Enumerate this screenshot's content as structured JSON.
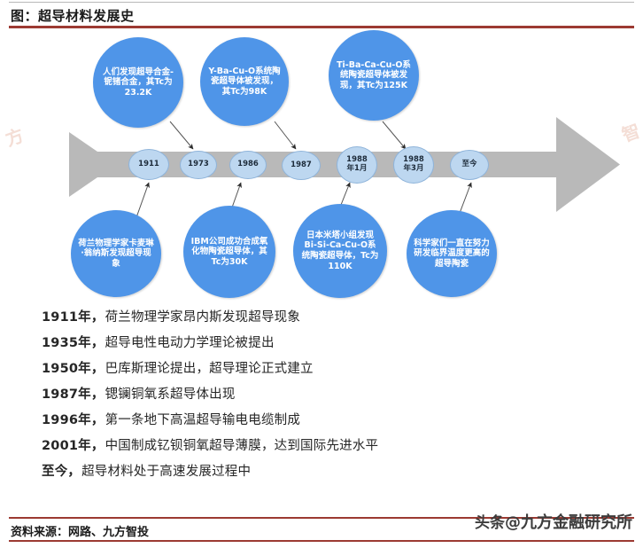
{
  "title": "图：超导材料发展史",
  "source": "资料来源：网路、九方智投",
  "watermark": {
    "platform": "头条",
    "account": "@九方金融研究所",
    "faint_left": "方",
    "faint_right": "智"
  },
  "timeline": {
    "markers": [
      {
        "label": "1911"
      },
      {
        "label": "1973"
      },
      {
        "label": "1986"
      },
      {
        "label": "1987"
      },
      {
        "label": "1988\n年1月"
      },
      {
        "label": "1988\n年3月"
      },
      {
        "label": "至今"
      }
    ],
    "callouts_top": [
      {
        "year": "1973",
        "text": "人们发现超导合金-铌锗合金，其Tc为23.2K"
      },
      {
        "year": "1987",
        "text": "Y-Ba-Cu-O系统陶瓷超导体被发现，其Tc为98K"
      },
      {
        "year": "1988年3月",
        "text": "Ti-Ba-Ca-Cu-O系统陶瓷超导体被发现，其Tc为125K"
      }
    ],
    "callouts_bottom": [
      {
        "year": "1911",
        "text": "荷兰物理学家卡麦琳·翁纳斯发现超导现象"
      },
      {
        "year": "1986",
        "text": "IBM公司成功合成氧化物陶瓷超导体，其Tc为30K"
      },
      {
        "year": "1988年1月",
        "text": "日本米塔小组发现Bi-Si-Ca-Cu-O系统陶瓷超导体，Tc为110K"
      },
      {
        "year": "至今",
        "text": "科学家们一直在努力研发临界温度更高的超导陶瓷"
      }
    ]
  },
  "facts": [
    {
      "year": "1911年",
      "sep": "，",
      "text": "荷兰物理学家昂内斯发现超导现象"
    },
    {
      "year": "1935年",
      "sep": "，",
      "text": "超导电性电动力学理论被提出"
    },
    {
      "year": "1950年",
      "sep": "，",
      "text": "巴库斯理论提出，超导理论正式建立"
    },
    {
      "year": "1987年",
      "sep": "，",
      "text": "锶镧铜氧系超导体出现"
    },
    {
      "year": "1996年",
      "sep": "，",
      "text": "第一条地下高温超导输电电缆制成"
    },
    {
      "year": "2001年",
      "sep": "，",
      "text": "中国制成钇钡铜氧超导薄膜，达到国际先进水平"
    },
    {
      "year": "至今",
      "sep": "，",
      "text": "超导材料处于高速发展过程中"
    }
  ],
  "colors": {
    "bubble_blue": "#4f95e8",
    "year_blue": "#bdd7f0",
    "arrow_gray": "#b9b9b9",
    "rule_red": "#9c3a32"
  }
}
